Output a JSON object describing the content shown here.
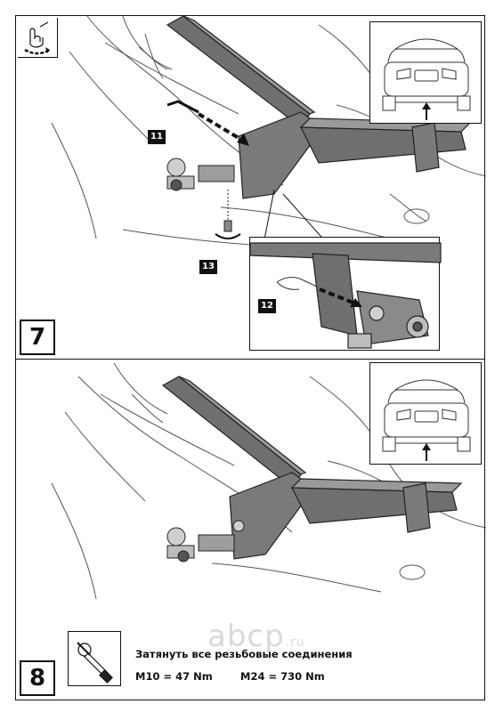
{
  "step7": {
    "number": "7",
    "callouts": [
      "11",
      "12",
      "13"
    ]
  },
  "step8": {
    "number": "8",
    "instruction": "Затянуть все резьбовые соединения",
    "torque_m10": "M10 = 47 Nm",
    "torque_m24": "M24 = 730 Nm"
  },
  "watermark": {
    "main": "abcp",
    "suffix": ".ru"
  },
  "icons": {
    "hand": "hand-tighten-icon",
    "wrench": "torque-wrench-icon",
    "car": "car-rear-view-icon",
    "arrow": "up-arrow-icon"
  }
}
